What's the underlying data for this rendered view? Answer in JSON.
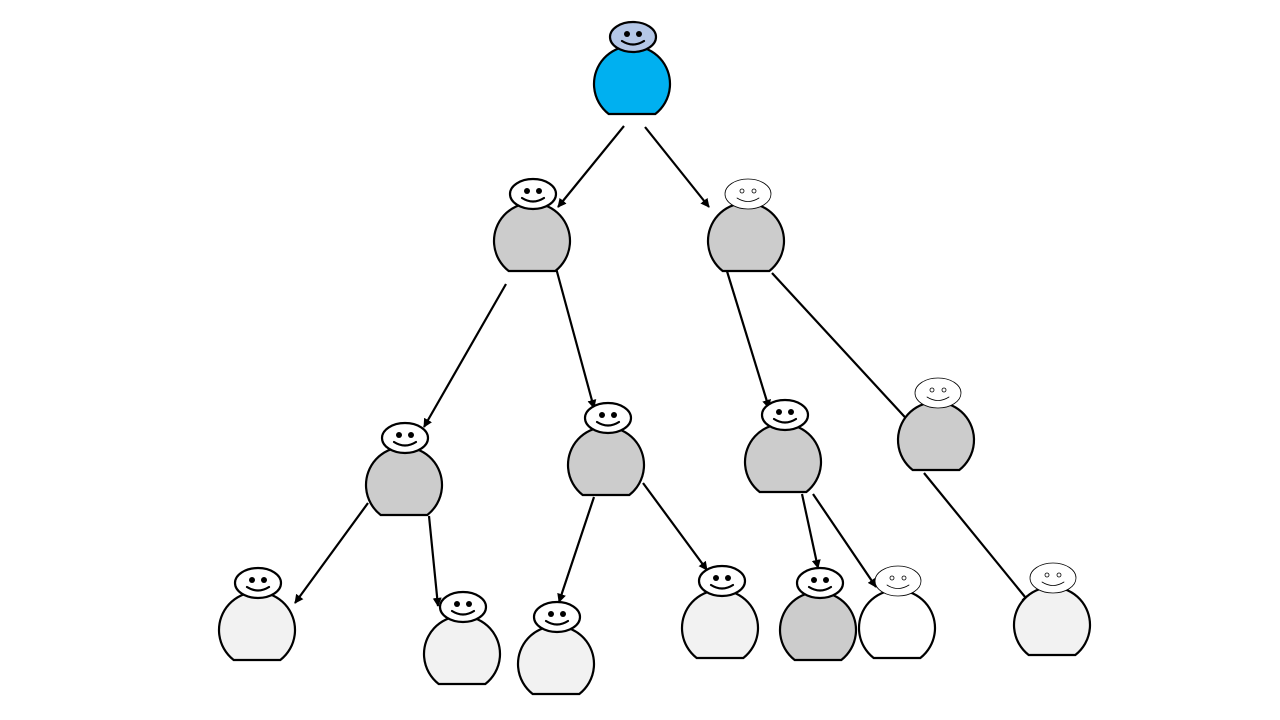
{
  "colors": {
    "root_body": "#00b0f0",
    "root_head": "#b4c7e7",
    "body_dark": "#cccccc",
    "body_light": "#f2f2f2",
    "body_white": "#ffffff",
    "head_fill": "#ffffff",
    "stroke": "#000000"
  },
  "diagram": {
    "nodes": [
      {
        "id": "root",
        "role": "root",
        "body": "root_body",
        "head": "root_head",
        "face": "bold"
      },
      {
        "id": "l1-left",
        "role": "level-1",
        "body": "body_dark",
        "head": "head_fill",
        "face": "bold"
      },
      {
        "id": "l1-right",
        "role": "level-1",
        "body": "body_dark",
        "head": "head_fill",
        "face": "faint"
      },
      {
        "id": "l2-a",
        "role": "level-2",
        "body": "body_dark",
        "head": "head_fill",
        "face": "bold"
      },
      {
        "id": "l2-b",
        "role": "level-2",
        "body": "body_dark",
        "head": "head_fill",
        "face": "bold"
      },
      {
        "id": "l2-c",
        "role": "level-2",
        "body": "body_dark",
        "head": "head_fill",
        "face": "bold"
      },
      {
        "id": "l2-d",
        "role": "level-2",
        "body": "body_dark",
        "head": "head_fill",
        "face": "faint"
      },
      {
        "id": "l3-a1",
        "role": "level-3",
        "body": "body_light",
        "head": "head_fill",
        "face": "bold"
      },
      {
        "id": "l3-a2",
        "role": "level-3",
        "body": "body_light",
        "head": "head_fill",
        "face": "bold"
      },
      {
        "id": "l3-b1",
        "role": "level-3",
        "body": "body_light",
        "head": "head_fill",
        "face": "bold"
      },
      {
        "id": "l3-b2",
        "role": "level-3",
        "body": "body_light",
        "head": "head_fill",
        "face": "bold"
      },
      {
        "id": "l3-c1",
        "role": "level-3",
        "body": "body_dark",
        "head": "head_fill",
        "face": "bold"
      },
      {
        "id": "l3-c2",
        "role": "level-3",
        "body": "body_white",
        "head": "head_fill",
        "face": "faint"
      },
      {
        "id": "l3-d1",
        "role": "level-3",
        "body": "body_light",
        "head": "head_fill",
        "face": "faint"
      }
    ],
    "edges": [
      {
        "from": "root",
        "to": "l1-left"
      },
      {
        "from": "root",
        "to": "l1-right"
      },
      {
        "from": "l1-left",
        "to": "l2-a"
      },
      {
        "from": "l1-left",
        "to": "l2-b"
      },
      {
        "from": "l1-right",
        "to": "l2-c"
      },
      {
        "from": "l1-right",
        "to": "l2-d"
      },
      {
        "from": "l2-a",
        "to": "l3-a1"
      },
      {
        "from": "l2-a",
        "to": "l3-a2"
      },
      {
        "from": "l2-b",
        "to": "l3-b1"
      },
      {
        "from": "l2-b",
        "to": "l3-b2"
      },
      {
        "from": "l2-c",
        "to": "l3-c1"
      },
      {
        "from": "l2-c",
        "to": "l3-c2"
      },
      {
        "from": "l2-d",
        "to": "l3-d1"
      }
    ]
  }
}
